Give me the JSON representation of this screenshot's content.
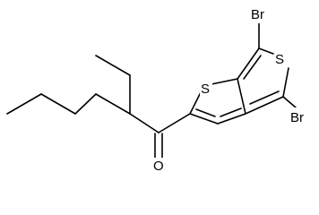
{
  "molecule": {
    "atoms": {
      "br_top": "Br",
      "br_bottom": "Br",
      "s_thiophene_outer": "S",
      "s_thiophene_fused": "S",
      "o_carbonyl": "O"
    },
    "colors": {
      "bond": "#000000",
      "text": "#000000",
      "background": "#ffffff"
    }
  }
}
